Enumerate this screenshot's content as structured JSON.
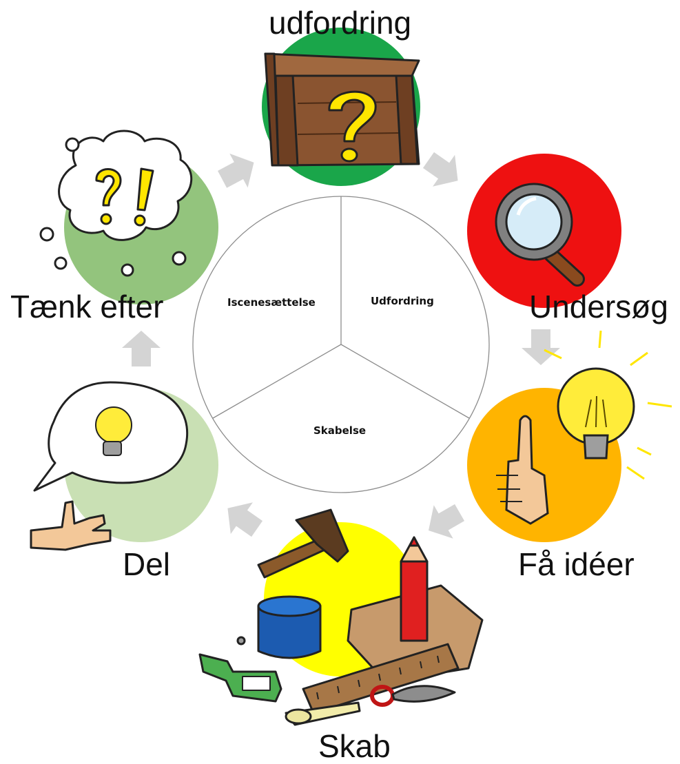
{
  "cycle": {
    "steps": [
      {
        "label": "udfordring",
        "color": "#1aa64a",
        "icon": "crate-question-icon"
      },
      {
        "label": "Undersøg",
        "color": "#ee1111",
        "icon": "magnifier-icon"
      },
      {
        "label": "Få idéer",
        "color": "#ffb400",
        "icon": "lightbulb-finger-icon"
      },
      {
        "label": "Skab",
        "color": "#ffff00",
        "icon": "tools-icon"
      },
      {
        "label": "Del",
        "color": "#c9e0b4",
        "icon": "speech-bubble-hand-icon"
      },
      {
        "label": "Tænk efter",
        "color": "#93c47d",
        "icon": "thought-cloud-icon"
      }
    ],
    "arrow_color": "#d4d4d4"
  },
  "center": {
    "segments": [
      {
        "label": "Iscenesættelse"
      },
      {
        "label": "Udfordring"
      },
      {
        "label": "Skabelse"
      }
    ]
  }
}
